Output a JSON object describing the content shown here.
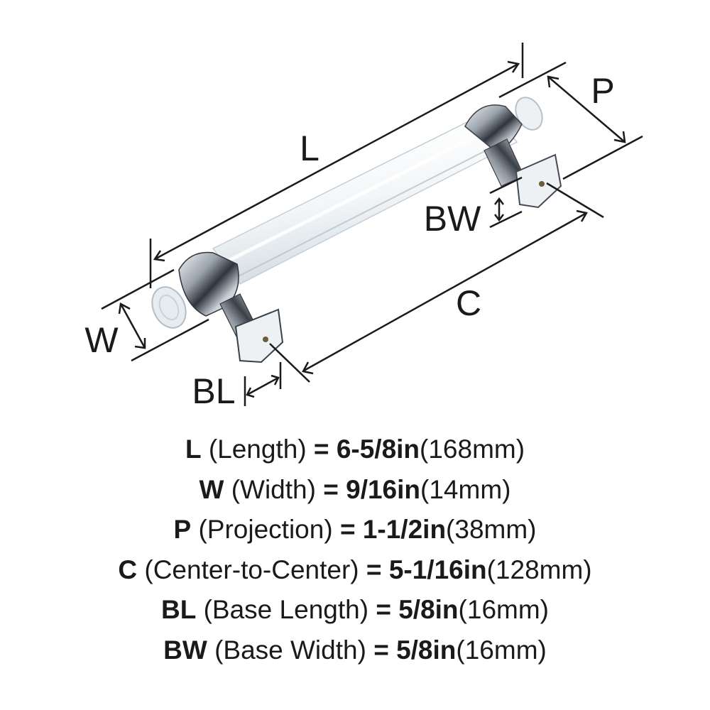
{
  "diagram": {
    "labels": {
      "L": "L",
      "P": "P",
      "BW": "BW",
      "C": "C",
      "W": "W",
      "BL": "BL"
    }
  },
  "specs": [
    {
      "code": "L",
      "name": "(Length)",
      "eq": "=",
      "imperial": "6-5/8in",
      "metric": "(168mm)"
    },
    {
      "code": "W",
      "name": "(Width)",
      "eq": "=",
      "imperial": "9/16in",
      "metric": "(14mm)"
    },
    {
      "code": "P",
      "name": "(Projection)",
      "eq": "=",
      "imperial": "1-1/2in",
      "metric": "(38mm)"
    },
    {
      "code": "C",
      "name": "(Center-to-Center)",
      "eq": "=",
      "imperial": "5-1/16in",
      "metric": "(128mm)"
    },
    {
      "code": "BL",
      "name": "(Base Length)",
      "eq": "=",
      "imperial": "5/8in",
      "metric": "(16mm)"
    },
    {
      "code": "BW",
      "name": "(Base Width)",
      "eq": "=",
      "imperial": "5/8in",
      "metric": "(16mm)"
    }
  ],
  "colors": {
    "ink": "#1a1a1a",
    "chrome_dark": "#5a6068",
    "chrome_light": "#eef1f4",
    "acrylic": "#e8edf1"
  }
}
